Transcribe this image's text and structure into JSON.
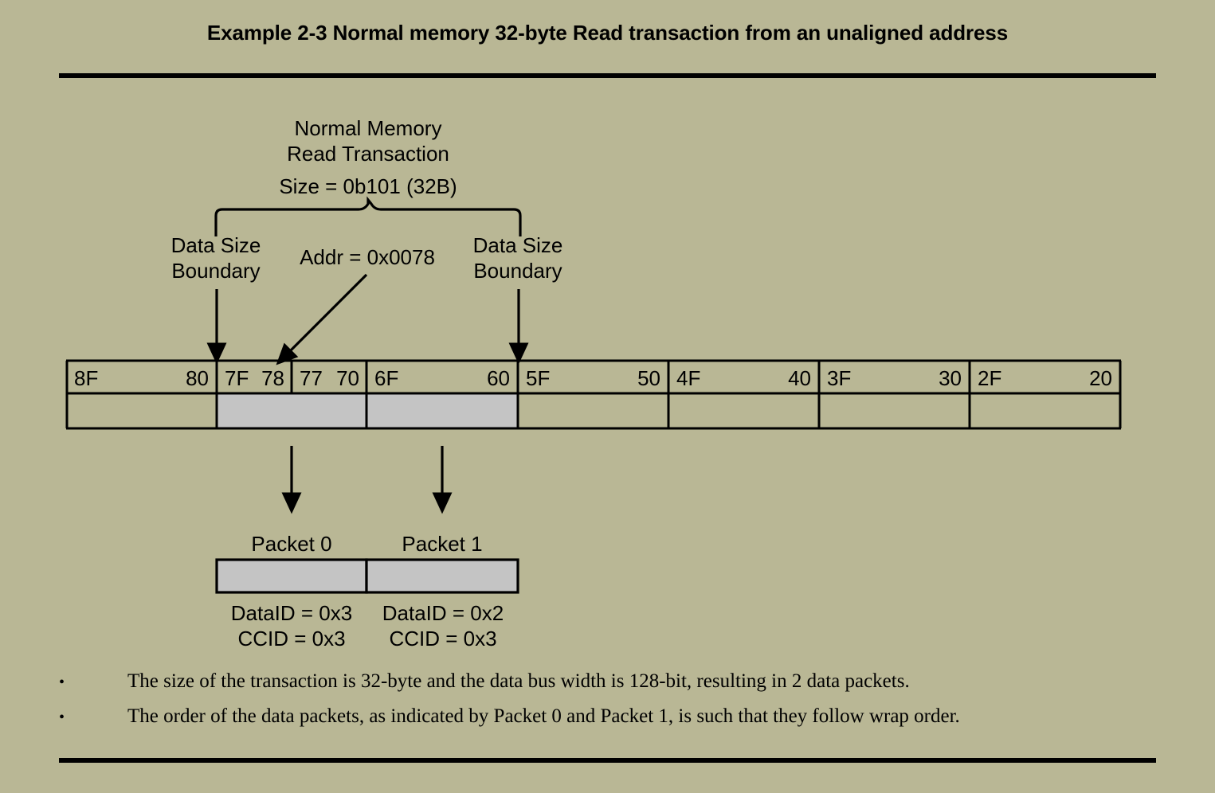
{
  "title": "Example 2-3 Normal memory 32-byte Read transaction from an unaligned address",
  "colors": {
    "background": "#b9b795",
    "shaded_cell": "#c4c4c4",
    "line": "#000000"
  },
  "annotations": {
    "transaction_line1": "Normal Memory",
    "transaction_line2": "Read Transaction",
    "transaction_line3": "Size = 0b101 (32B)",
    "boundary_left_line1": "Data Size",
    "boundary_left_line2": "Boundary",
    "boundary_right_line1": "Data Size",
    "boundary_right_line2": "Boundary",
    "address_label": "Addr = 0x0078"
  },
  "memory_row": {
    "cells": [
      {
        "start": "8F",
        "end": "80",
        "shaded": false
      },
      {
        "start": "7F",
        "end": "78",
        "shaded": true
      },
      {
        "start": "77",
        "end": "70",
        "shaded": true
      },
      {
        "start": "6F",
        "end": "60",
        "shaded": true
      },
      {
        "start": "5F",
        "end": "50",
        "shaded": false
      },
      {
        "start": "4F",
        "end": "40",
        "shaded": false
      },
      {
        "start": "3F",
        "end": "30",
        "shaded": false
      },
      {
        "start": "2F",
        "end": "20",
        "shaded": false
      }
    ]
  },
  "packets": [
    {
      "name": "Packet 0",
      "data_id": "DataID = 0x3",
      "ccid": "CCID = 0x3"
    },
    {
      "name": "Packet 1",
      "data_id": "DataID = 0x2",
      "ccid": "CCID = 0x3"
    }
  ],
  "bullets": [
    {
      "marker": "•",
      "text": "The size of the transaction is 32-byte and the data bus width is 128-bit, resulting in 2 data packets."
    },
    {
      "marker": "•",
      "text": "The order of the data packets, as indicated by Packet 0 and Packet 1, is such that they follow wrap order."
    }
  ]
}
